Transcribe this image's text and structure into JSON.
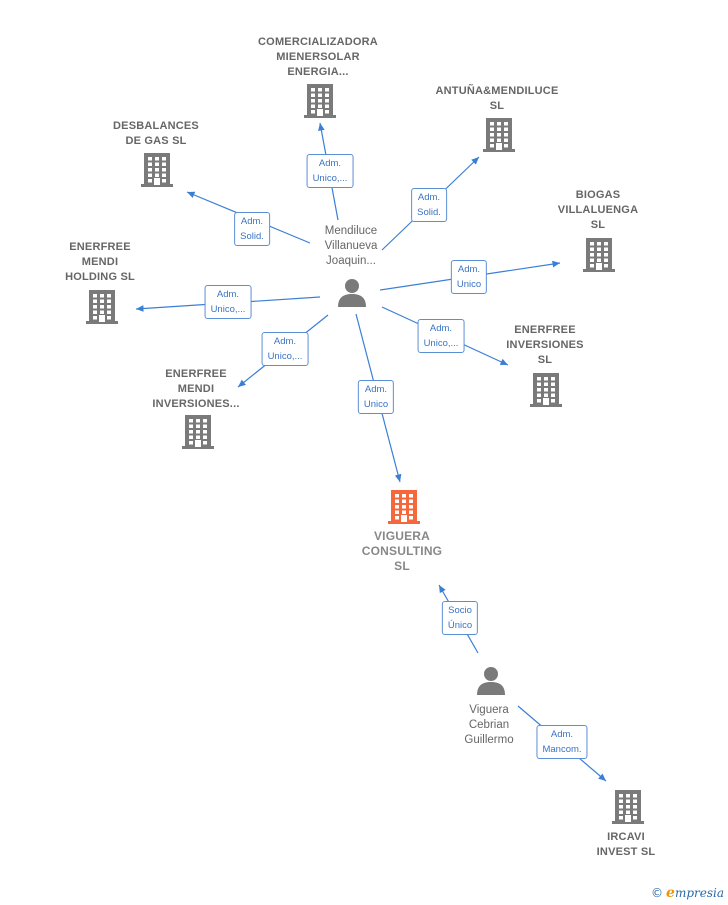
{
  "colors": {
    "edge": "#3a7fd5",
    "building": "#7a7a7a",
    "building_focus": "#f4683c",
    "person": "#7a7a7a"
  },
  "nodes": [
    {
      "id": "comercializadora",
      "kind": "building",
      "lines": [
        "COMERCIALIZADORA",
        "MIENERSOLAR",
        "ENERGIA..."
      ]
    },
    {
      "id": "antunamendiluce",
      "kind": "building",
      "lines": [
        "ANTUÑA&MENDILUCE",
        "SL"
      ]
    },
    {
      "id": "desbalances",
      "kind": "building",
      "lines": [
        "DESBALANCES",
        "DE GAS  SL"
      ]
    },
    {
      "id": "biogas",
      "kind": "building",
      "lines": [
        "BIOGAS",
        "VILLALUENGA",
        "SL"
      ]
    },
    {
      "id": "enerfree_holding",
      "kind": "building",
      "lines": [
        "ENERFREE",
        "MENDI",
        "HOLDING  SL"
      ]
    },
    {
      "id": "enerfree_inversiones_sl",
      "kind": "building",
      "lines": [
        "ENERFREE",
        "INVERSIONES",
        "SL"
      ]
    },
    {
      "id": "enerfree_mendi_inv",
      "kind": "building",
      "lines": [
        "ENERFREE",
        "MENDI",
        "INVERSIONES..."
      ]
    },
    {
      "id": "viguera_consulting",
      "kind": "focus",
      "lines": [
        "VIGUERA",
        "CONSULTING",
        "SL"
      ]
    },
    {
      "id": "ircavi",
      "kind": "building",
      "lines": [
        "IRCAVI",
        "INVEST SL"
      ]
    },
    {
      "id": "mendiluce",
      "kind": "person",
      "lines": [
        "Mendiluce",
        "Villanueva",
        "Joaquin..."
      ]
    },
    {
      "id": "viguera_person",
      "kind": "person",
      "lines": [
        "Viguera",
        "Cebrian",
        "Guillermo"
      ]
    }
  ],
  "edges": [
    {
      "from": "mendiluce",
      "to": "comercializadora",
      "lines": [
        "Adm.",
        "Unico,..."
      ]
    },
    {
      "from": "mendiluce",
      "to": "antunamendiluce",
      "lines": [
        "Adm.",
        "Solid."
      ]
    },
    {
      "from": "mendiluce",
      "to": "desbalances",
      "lines": [
        "Adm.",
        "Solid."
      ]
    },
    {
      "from": "mendiluce",
      "to": "biogas",
      "lines": [
        "Adm.",
        "Unico"
      ]
    },
    {
      "from": "mendiluce",
      "to": "enerfree_holding",
      "lines": [
        "Adm.",
        "Unico,..."
      ]
    },
    {
      "from": "mendiluce",
      "to": "enerfree_inversiones_sl",
      "lines": [
        "Adm.",
        "Unico,..."
      ]
    },
    {
      "from": "mendiluce",
      "to": "enerfree_mendi_inv",
      "lines": [
        "Adm.",
        "Unico,..."
      ]
    },
    {
      "from": "mendiluce",
      "to": "viguera_consulting",
      "lines": [
        "Adm.",
        "Unico"
      ]
    },
    {
      "from": "viguera_person",
      "to": "viguera_consulting",
      "lines": [
        "Socio",
        "Único"
      ]
    },
    {
      "from": "viguera_person",
      "to": "ircavi",
      "lines": [
        "Adm.",
        "Mancom."
      ]
    }
  ],
  "brand": {
    "symbol": "©",
    "initial": "e",
    "rest": "mpresia"
  }
}
